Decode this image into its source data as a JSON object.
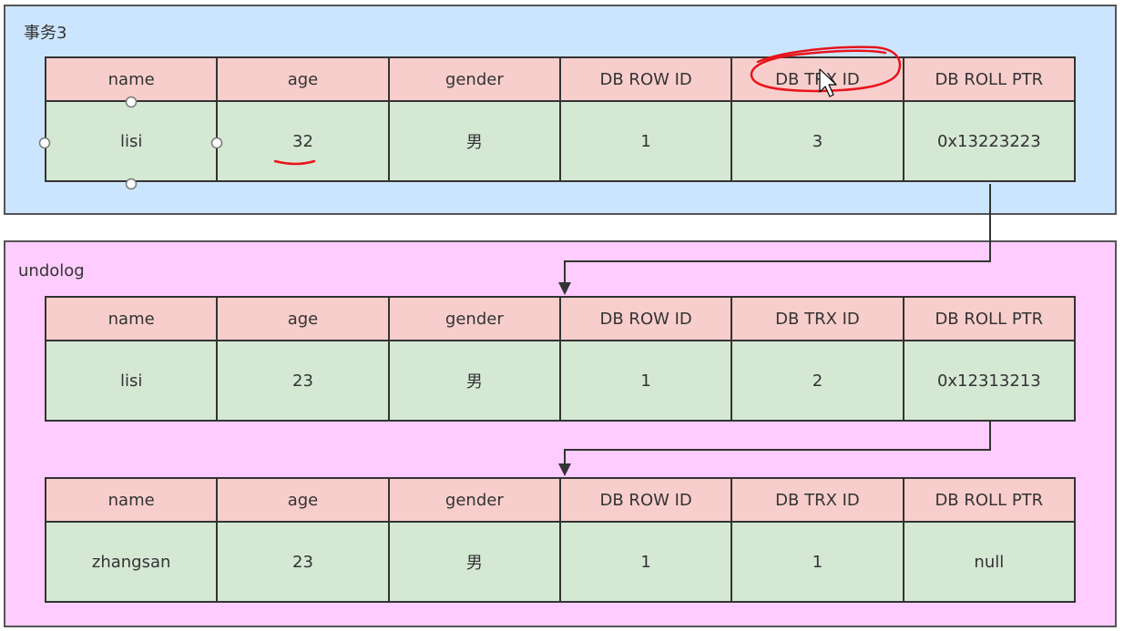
{
  "transaction_panel": {
    "label": "事务3"
  },
  "undo_panel": {
    "label": "undolog"
  },
  "columns": [
    "name",
    "age",
    "gender",
    "DB ROW ID",
    "DB TRX ID",
    "DB ROLL PTR"
  ],
  "records": {
    "current": [
      "lisi",
      "32",
      "男",
      "1",
      "3",
      "0x13223223"
    ],
    "undo_1": [
      "lisi",
      "23",
      "男",
      "1",
      "2",
      "0x12313213"
    ],
    "undo_2": [
      "zhangsan",
      "23",
      "男",
      "1",
      "1",
      "null"
    ]
  },
  "colors": {
    "txn_panel_bg": "#cce5ff",
    "undo_panel_bg": "#ffccff",
    "header_cell_bg": "#f8cecc",
    "value_cell_bg": "#d5e8d4",
    "annotation": "#e8141b"
  }
}
